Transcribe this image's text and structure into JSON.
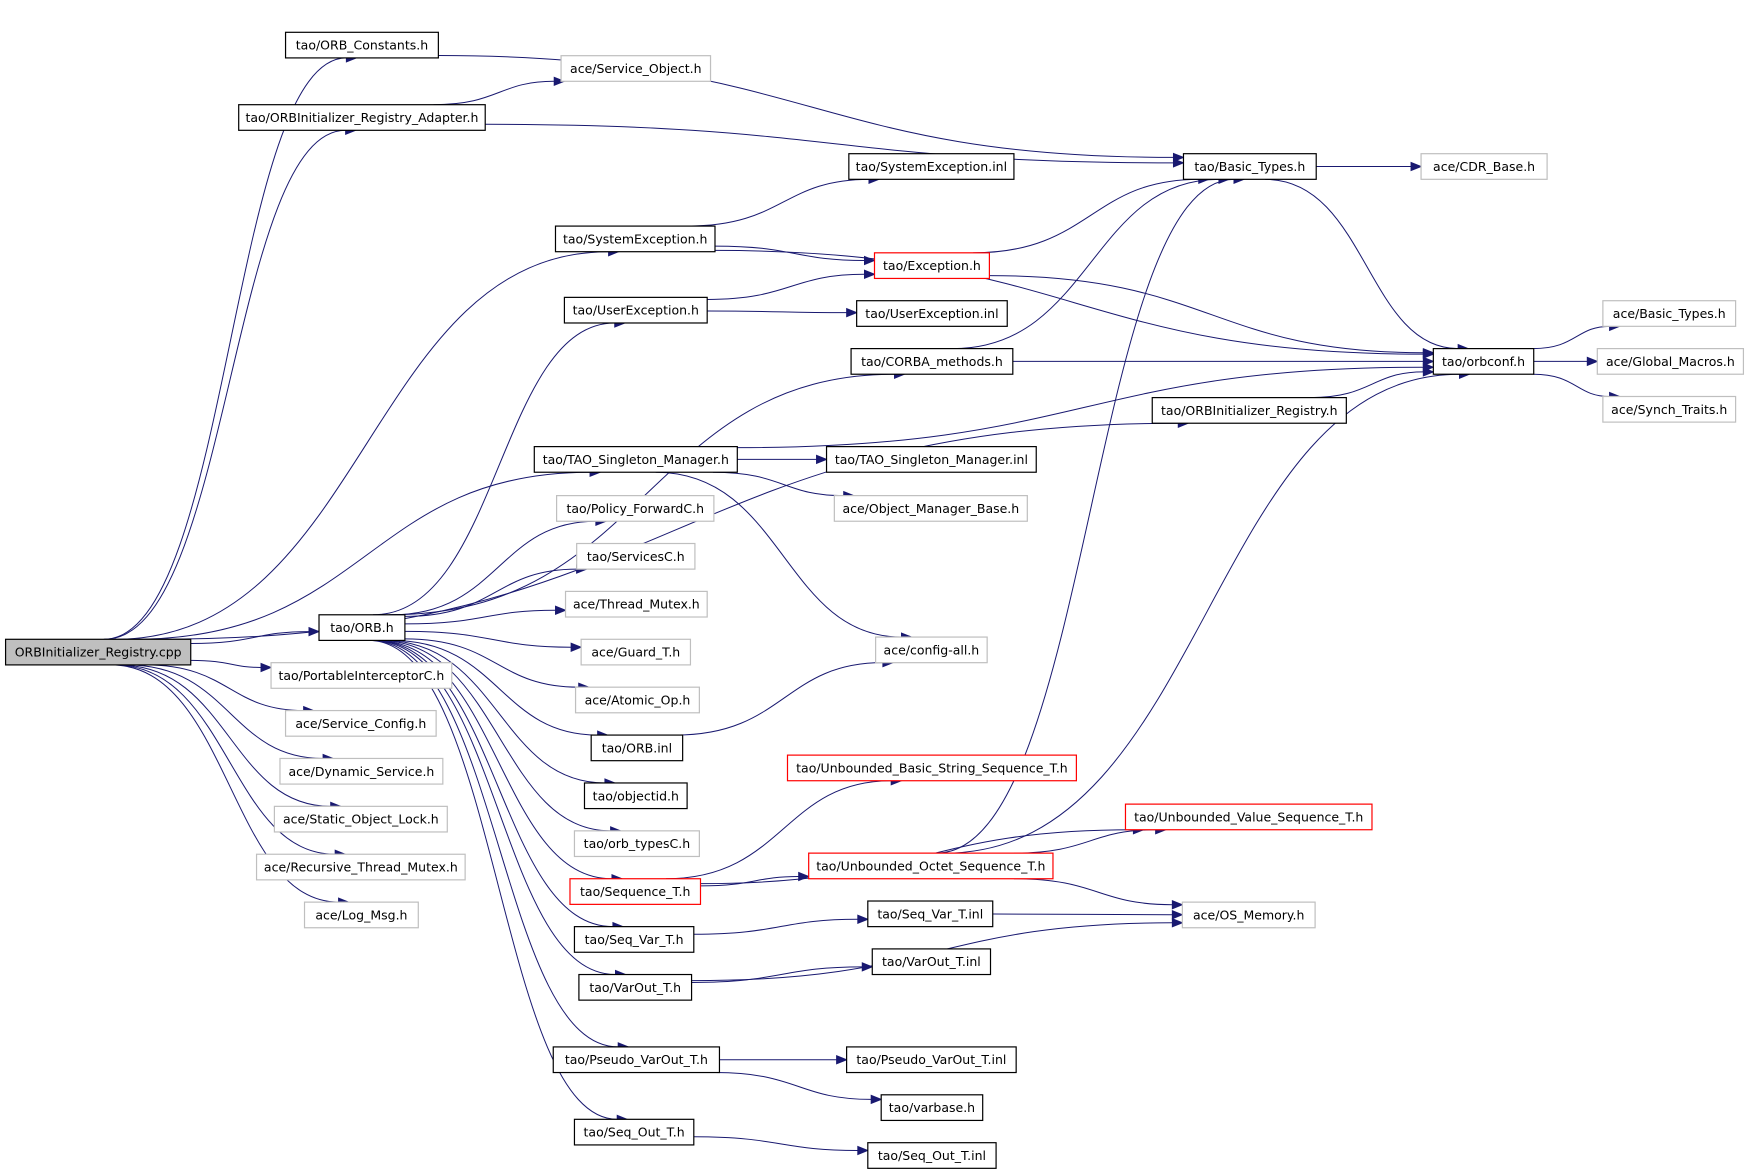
{
  "colors": {
    "edge": "#191970",
    "root_fill": "#bfbfbf",
    "border_normal": "#000000",
    "border_truncated": "#ff0000",
    "border_external": "#bfbfbf"
  },
  "nodes": [
    {
      "id": "root",
      "label": "ORBInitializer_Registry.cpp",
      "style": "root"
    },
    {
      "id": "orb_constants",
      "label": "tao/ORB_Constants.h",
      "style": "normal"
    },
    {
      "id": "service_object",
      "label": "ace/Service_Object.h",
      "style": "external"
    },
    {
      "id": "orbinit_reg_adapter",
      "label": "tao/ORBInitializer_Registry_Adapter.h",
      "style": "normal"
    },
    {
      "id": "sysexc_inl",
      "label": "tao/SystemException.inl",
      "style": "normal"
    },
    {
      "id": "basic_types_tao",
      "label": "tao/Basic_Types.h",
      "style": "normal"
    },
    {
      "id": "cdr_base",
      "label": "ace/CDR_Base.h",
      "style": "external"
    },
    {
      "id": "sysexc_h",
      "label": "tao/SystemException.h",
      "style": "normal"
    },
    {
      "id": "exception_h",
      "label": "tao/Exception.h",
      "style": "truncated"
    },
    {
      "id": "userexc_h",
      "label": "tao/UserException.h",
      "style": "normal"
    },
    {
      "id": "userexc_inl",
      "label": "tao/UserException.inl",
      "style": "normal"
    },
    {
      "id": "ace_basic_types",
      "label": "ace/Basic_Types.h",
      "style": "external"
    },
    {
      "id": "corba_methods",
      "label": "tao/CORBA_methods.h",
      "style": "normal"
    },
    {
      "id": "orbconf",
      "label": "tao/orbconf.h",
      "style": "normal"
    },
    {
      "id": "global_macros",
      "label": "ace/Global_Macros.h",
      "style": "external"
    },
    {
      "id": "orbinit_reg",
      "label": "tao/ORBInitializer_Registry.h",
      "style": "normal"
    },
    {
      "id": "synch_traits",
      "label": "ace/Synch_Traits.h",
      "style": "external"
    },
    {
      "id": "tao_singleton_h",
      "label": "tao/TAO_Singleton_Manager.h",
      "style": "normal"
    },
    {
      "id": "tao_singleton_inl",
      "label": "tao/TAO_Singleton_Manager.inl",
      "style": "normal"
    },
    {
      "id": "policy_forwardc",
      "label": "tao/Policy_ForwardC.h",
      "style": "external"
    },
    {
      "id": "object_manager_base",
      "label": "ace/Object_Manager_Base.h",
      "style": "external"
    },
    {
      "id": "servicesc",
      "label": "tao/ServicesC.h",
      "style": "external"
    },
    {
      "id": "thread_mutex",
      "label": "ace/Thread_Mutex.h",
      "style": "external"
    },
    {
      "id": "orb_h",
      "label": "tao/ORB.h",
      "style": "normal"
    },
    {
      "id": "config_all",
      "label": "ace/config-all.h",
      "style": "external"
    },
    {
      "id": "guard_t",
      "label": "ace/Guard_T.h",
      "style": "external"
    },
    {
      "id": "portable_interceptorc",
      "label": "tao/PortableInterceptorC.h",
      "style": "external"
    },
    {
      "id": "atomic_op",
      "label": "ace/Atomic_Op.h",
      "style": "external"
    },
    {
      "id": "service_config",
      "label": "ace/Service_Config.h",
      "style": "external"
    },
    {
      "id": "orb_inl",
      "label": "tao/ORB.inl",
      "style": "normal"
    },
    {
      "id": "dynamic_service",
      "label": "ace/Dynamic_Service.h",
      "style": "external"
    },
    {
      "id": "unb_basic_str_seq",
      "label": "tao/Unbounded_Basic_String_Sequence_T.h",
      "style": "truncated"
    },
    {
      "id": "objectid",
      "label": "tao/objectid.h",
      "style": "normal"
    },
    {
      "id": "static_object_lock",
      "label": "ace/Static_Object_Lock.h",
      "style": "external"
    },
    {
      "id": "unb_value_seq",
      "label": "tao/Unbounded_Value_Sequence_T.h",
      "style": "truncated"
    },
    {
      "id": "orb_typesc",
      "label": "tao/orb_typesC.h",
      "style": "external"
    },
    {
      "id": "recursive_thread_mutex",
      "label": "ace/Recursive_Thread_Mutex.h",
      "style": "external"
    },
    {
      "id": "unb_octet_seq",
      "label": "tao/Unbounded_Octet_Sequence_T.h",
      "style": "truncated"
    },
    {
      "id": "sequence_t",
      "label": "tao/Sequence_T.h",
      "style": "truncated"
    },
    {
      "id": "log_msg",
      "label": "ace/Log_Msg.h",
      "style": "external"
    },
    {
      "id": "seq_var_inl",
      "label": "tao/Seq_Var_T.inl",
      "style": "normal"
    },
    {
      "id": "os_memory",
      "label": "ace/OS_Memory.h",
      "style": "external"
    },
    {
      "id": "seq_var_h",
      "label": "tao/Seq_Var_T.h",
      "style": "normal"
    },
    {
      "id": "varout_inl",
      "label": "tao/VarOut_T.inl",
      "style": "normal"
    },
    {
      "id": "varout_h",
      "label": "tao/VarOut_T.h",
      "style": "normal"
    },
    {
      "id": "pseudo_varout_h",
      "label": "tao/Pseudo_VarOut_T.h",
      "style": "normal"
    },
    {
      "id": "pseudo_varout_inl",
      "label": "tao/Pseudo_VarOut_T.inl",
      "style": "normal"
    },
    {
      "id": "varbase",
      "label": "tao/varbase.h",
      "style": "normal"
    },
    {
      "id": "seq_out_h",
      "label": "tao/Seq_Out_T.h",
      "style": "normal"
    },
    {
      "id": "seq_out_inl",
      "label": "tao/Seq_Out_T.inl",
      "style": "normal"
    }
  ],
  "edges": [
    [
      "root",
      "orb_constants"
    ],
    [
      "root",
      "orbinit_reg_adapter"
    ],
    [
      "root",
      "sysexc_h"
    ],
    [
      "root",
      "orbinit_reg"
    ],
    [
      "root",
      "tao_singleton_h"
    ],
    [
      "root",
      "orb_h"
    ],
    [
      "root",
      "portable_interceptorc"
    ],
    [
      "root",
      "service_config"
    ],
    [
      "root",
      "dynamic_service"
    ],
    [
      "root",
      "static_object_lock"
    ],
    [
      "root",
      "recursive_thread_mutex"
    ],
    [
      "root",
      "log_msg"
    ],
    [
      "orb_constants",
      "basic_types_tao"
    ],
    [
      "orbinit_reg_adapter",
      "service_object"
    ],
    [
      "orbinit_reg_adapter",
      "basic_types_tao"
    ],
    [
      "basic_types_tao",
      "cdr_base"
    ],
    [
      "basic_types_tao",
      "orbconf"
    ],
    [
      "sysexc_h",
      "sysexc_inl"
    ],
    [
      "sysexc_h",
      "exception_h"
    ],
    [
      "sysexc_h",
      "orbconf"
    ],
    [
      "exception_h",
      "basic_types_tao"
    ],
    [
      "exception_h",
      "orbconf"
    ],
    [
      "userexc_h",
      "exception_h"
    ],
    [
      "userexc_h",
      "userexc_inl"
    ],
    [
      "corba_methods",
      "orbconf"
    ],
    [
      "corba_methods",
      "basic_types_tao"
    ],
    [
      "orbinit_reg",
      "orbconf"
    ],
    [
      "orbconf",
      "ace_basic_types"
    ],
    [
      "orbconf",
      "global_macros"
    ],
    [
      "orbconf",
      "synch_traits"
    ],
    [
      "tao_singleton_h",
      "tao_singleton_inl"
    ],
    [
      "tao_singleton_h",
      "object_manager_base"
    ],
    [
      "tao_singleton_h",
      "config_all"
    ],
    [
      "tao_singleton_h",
      "orbconf"
    ],
    [
      "orb_h",
      "userexc_h"
    ],
    [
      "orb_h",
      "corba_methods"
    ],
    [
      "orb_h",
      "policy_forwardc"
    ],
    [
      "orb_h",
      "servicesc"
    ],
    [
      "orb_h",
      "thread_mutex"
    ],
    [
      "orb_h",
      "guard_t"
    ],
    [
      "orb_h",
      "atomic_op"
    ],
    [
      "orb_h",
      "orb_inl"
    ],
    [
      "orb_h",
      "objectid"
    ],
    [
      "orb_h",
      "orb_typesc"
    ],
    [
      "orb_h",
      "sequence_t"
    ],
    [
      "orb_h",
      "seq_var_h"
    ],
    [
      "orb_h",
      "varout_h"
    ],
    [
      "orb_h",
      "pseudo_varout_h"
    ],
    [
      "orb_h",
      "seq_out_h"
    ],
    [
      "orb_inl",
      "config_all"
    ],
    [
      "sequence_t",
      "unb_basic_str_seq"
    ],
    [
      "sequence_t",
      "unb_value_seq"
    ],
    [
      "sequence_t",
      "unb_octet_seq"
    ],
    [
      "unb_octet_seq",
      "unb_value_seq"
    ],
    [
      "unb_octet_seq",
      "basic_types_tao"
    ],
    [
      "unb_octet_seq",
      "orbconf"
    ],
    [
      "unb_octet_seq",
      "os_memory"
    ],
    [
      "seq_var_h",
      "seq_var_inl"
    ],
    [
      "seq_var_inl",
      "os_memory"
    ],
    [
      "varout_h",
      "varout_inl"
    ],
    [
      "varout_h",
      "os_memory"
    ],
    [
      "pseudo_varout_h",
      "pseudo_varout_inl"
    ],
    [
      "pseudo_varout_h",
      "varbase"
    ],
    [
      "seq_out_h",
      "seq_out_inl"
    ]
  ]
}
